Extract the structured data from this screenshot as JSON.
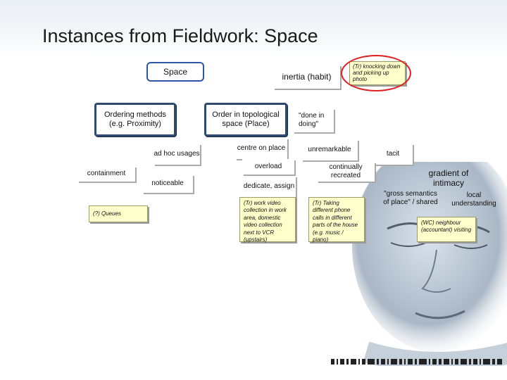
{
  "title": "Instances from Fieldwork: Space",
  "nodes": {
    "space": "Space",
    "inertia": "inertia (habit)",
    "knocking": "(Tr) knocking down and picking up photo",
    "ordering": "Ordering methods (e.g. Proximity)",
    "order_topo": "Order in topological space (Place)",
    "done_in_doing": "\"done in doing\"",
    "ad_hoc": "ad hoc usages",
    "centre": "centre on place",
    "unremarkable": "unremarkable",
    "tacit": "tacit",
    "containment": "containment",
    "overload": "overload",
    "continually": "continually recreated",
    "gradient": "gradient of intimacy",
    "noticeable": "noticeable",
    "dedicate": "dedicate, assign",
    "gross_semantics": "\"gross semantics of place\" / shared",
    "local_understanding": "local understanding",
    "queues": "(?) Queues",
    "work_video": "(Tr) work video collection in work area, domestic video collection next to VCR (upstairs)",
    "taking_calls": "(Tr) Taking different phone calls in different parts of the house (e.g. music / piano)",
    "neighbour": "(WC) neighbour (accountant) visiting"
  }
}
